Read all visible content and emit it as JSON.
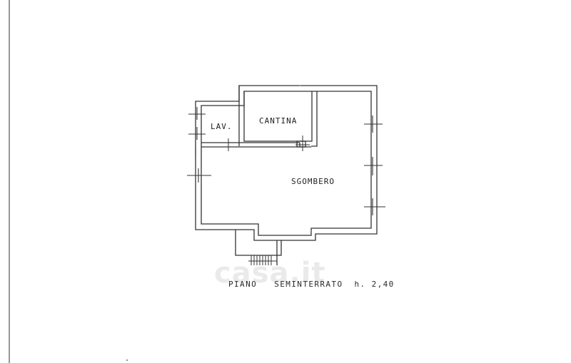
{
  "rooms": {
    "lav": "LAV.",
    "cantina": "CANTINA",
    "sgombero": "SGOMBERO"
  },
  "caption": {
    "floor": "PIANO",
    "level": "SEMINTERRATO",
    "height": "h. 2,40"
  },
  "watermark": "casa.it",
  "colors": {
    "wall": "#333333",
    "wall_fill": "#ffffff",
    "paper": "#ffffff",
    "watermark": "#d9d9d9"
  }
}
